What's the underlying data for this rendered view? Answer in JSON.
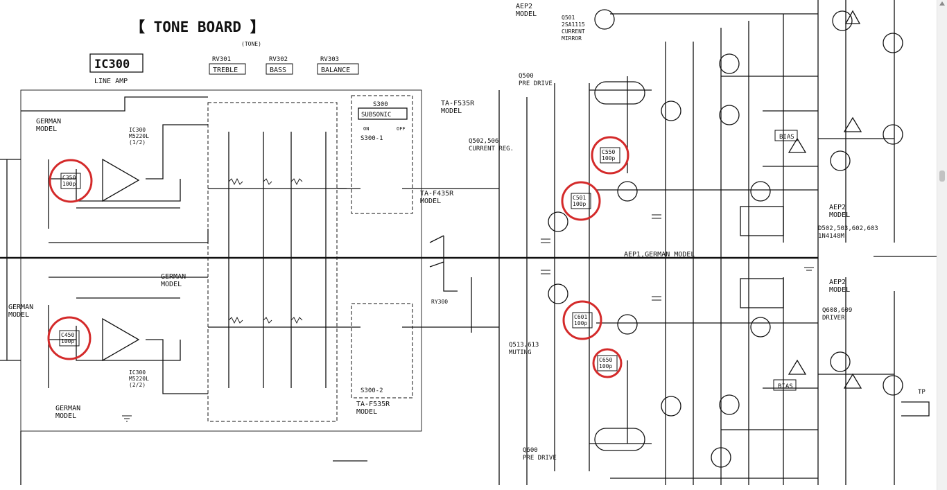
{
  "title": "【 TONE BOARD 】",
  "tone_label": "(TONE)",
  "controls": [
    {
      "ref": "RV301",
      "name": "TREBLE"
    },
    {
      "ref": "RV302",
      "name": "BASS"
    },
    {
      "ref": "RV303",
      "name": "BALANCE"
    }
  ],
  "ic300": {
    "label": "IC300",
    "sub": "LINE AMP",
    "part_a": "IC300\nM5220L\n(1/2)",
    "part_b": "IC300\nM5220L\n(2/2)"
  },
  "switch_s300": {
    "ref": "S300",
    "name": "SUBSONIC",
    "on": "ON",
    "off": "OFF",
    "pole1": "S300-1",
    "pole2": "S300-2"
  },
  "model_labels": {
    "ta_f535r": "TA-F535R\nMODEL",
    "ta_f435r": "TA-F435R\nMODEL",
    "german": "GERMAN\nMODEL",
    "aep2": "AEP2\nMODEL",
    "aep1_german": "AEP1,GERMAN  MODEL"
  },
  "stage_labels": {
    "q500": "Q500\nPRE DRIVE",
    "q600": "Q600\nPRE DRIVE",
    "q502_506": "Q502,506\nCURRENT REG.",
    "q513_613": "Q513,613\nMUTING",
    "q608_609": "Q608,609\nDRIVER",
    "q501": "Q501\n2SA1115\nCURRENT\nMIRROR",
    "diodes": "D502,503,602,603\n1N4148M",
    "bias": "BIAS",
    "ry300": "RY300",
    "tp": "TP"
  },
  "circled_components": [
    {
      "ref": "C350",
      "value": "100p"
    },
    {
      "ref": "C450",
      "value": "100p"
    },
    {
      "ref": "C550",
      "value": "100p"
    },
    {
      "ref": "C501",
      "value": "100p"
    },
    {
      "ref": "C601",
      "value": "100p"
    },
    {
      "ref": "C650",
      "value": "100p"
    }
  ],
  "annotation_color": "#d42a2a",
  "ink_color": "#111111"
}
